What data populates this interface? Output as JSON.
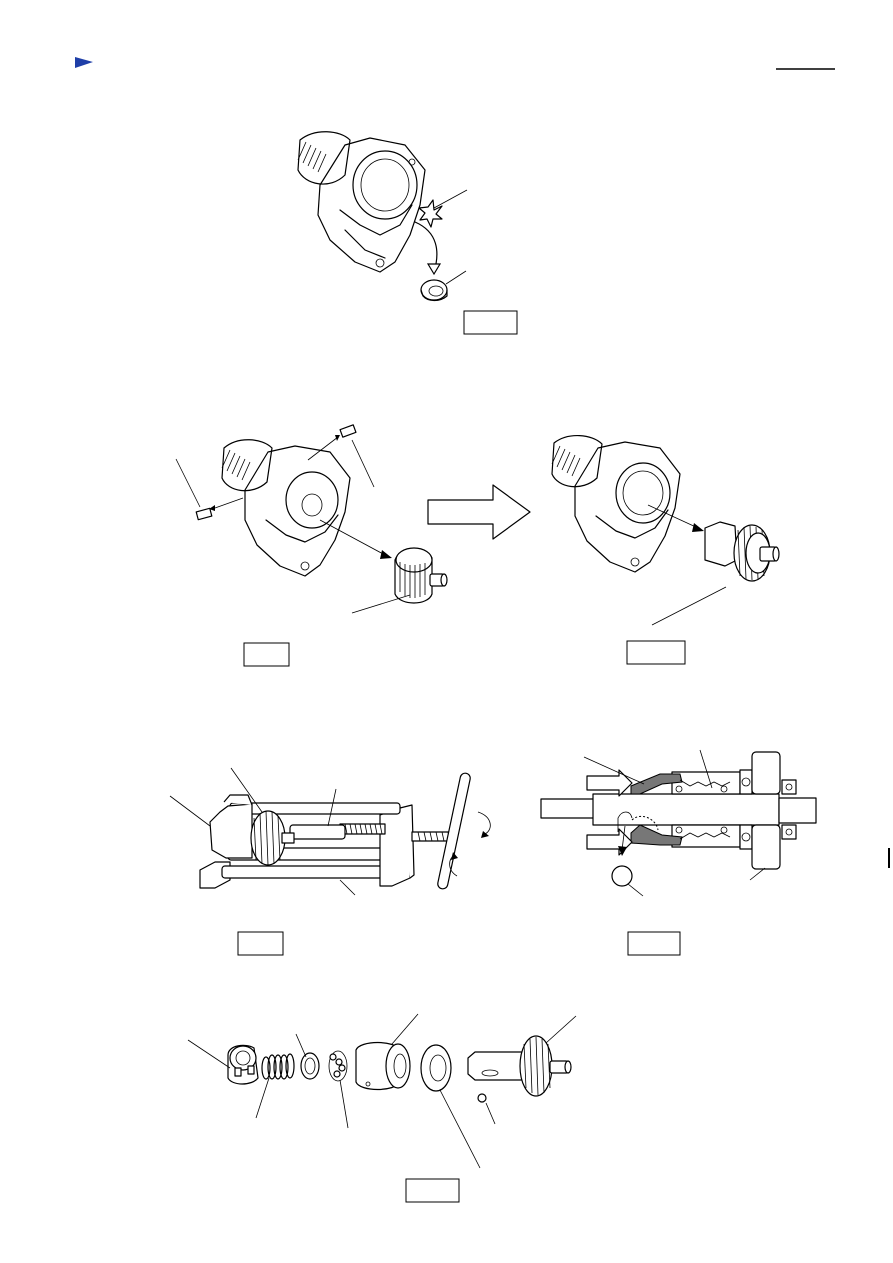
{
  "header": {
    "marker_icon": "blue-triangle-icon",
    "marker_color": "#1f3fa8",
    "page_number": ""
  },
  "figures": [
    {
      "id": "fig1",
      "label": ""
    },
    {
      "id": "fig2",
      "label": ""
    },
    {
      "id": "fig3",
      "label": ""
    },
    {
      "id": "fig4",
      "label": ""
    },
    {
      "id": "fig5",
      "label": ""
    },
    {
      "id": "fig6",
      "label": ""
    }
  ],
  "illustrations": [
    "housing-bearing-removal",
    "housing-pin-removal",
    "housing-gear-assembly",
    "press-tool",
    "clutch-cross-section",
    "clutch-exploded-view"
  ]
}
